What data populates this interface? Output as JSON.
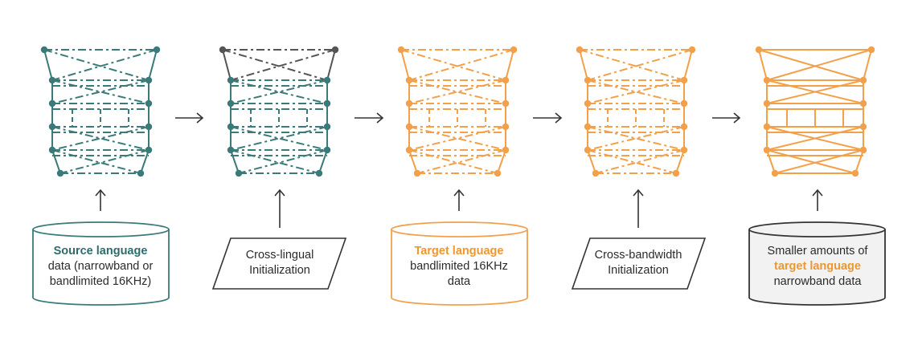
{
  "colors": {
    "teal": "#3a7a78",
    "dark_gray": "#555555",
    "orange": "#f2a04a",
    "arrow": "#333333",
    "outline": "#333333",
    "box_fill": "#f2f2f2"
  },
  "networks": [
    {
      "id": "net-1",
      "edge_color": "teal",
      "top_color": "dark_gray_none",
      "style": "dashed"
    },
    {
      "id": "net-2",
      "edge_color": "teal",
      "top_color": "dark_gray",
      "style": "dashed"
    },
    {
      "id": "net-3",
      "edge_color": "orange",
      "top_color": "orange",
      "style": "dashed"
    },
    {
      "id": "net-4",
      "edge_color": "orange",
      "top_color": "orange",
      "style": "dashed"
    },
    {
      "id": "net-5",
      "edge_color": "orange",
      "top_color": "orange",
      "style": "solid"
    }
  ],
  "boxes": [
    {
      "shape": "cylinder",
      "lines": [
        {
          "text": "Source language",
          "style": "teal"
        },
        {
          "text": "data (narrowband or",
          "style": "plain"
        },
        {
          "text": "bandlimited 16KHz)",
          "style": "plain"
        }
      ]
    },
    {
      "shape": "parallelogram",
      "lines": [
        {
          "text": "Cross-lingual",
          "style": "plain"
        },
        {
          "text": "Initialization",
          "style": "plain"
        }
      ]
    },
    {
      "shape": "cylinder",
      "lines": [
        {
          "text": "Target language",
          "style": "orange"
        },
        {
          "text": "bandlimited 16KHz",
          "style": "plain"
        },
        {
          "text": "data",
          "style": "plain"
        }
      ]
    },
    {
      "shape": "parallelogram",
      "lines": [
        {
          "text": "Cross-bandwidth",
          "style": "plain"
        },
        {
          "text": "Initialization",
          "style": "plain"
        }
      ]
    },
    {
      "shape": "cylinder",
      "lines": [
        {
          "text": "Smaller amounts of",
          "style": "plain"
        },
        {
          "text": "target language",
          "style": "orange"
        },
        {
          "text": "narrowband data",
          "style": "plain"
        }
      ]
    }
  ]
}
